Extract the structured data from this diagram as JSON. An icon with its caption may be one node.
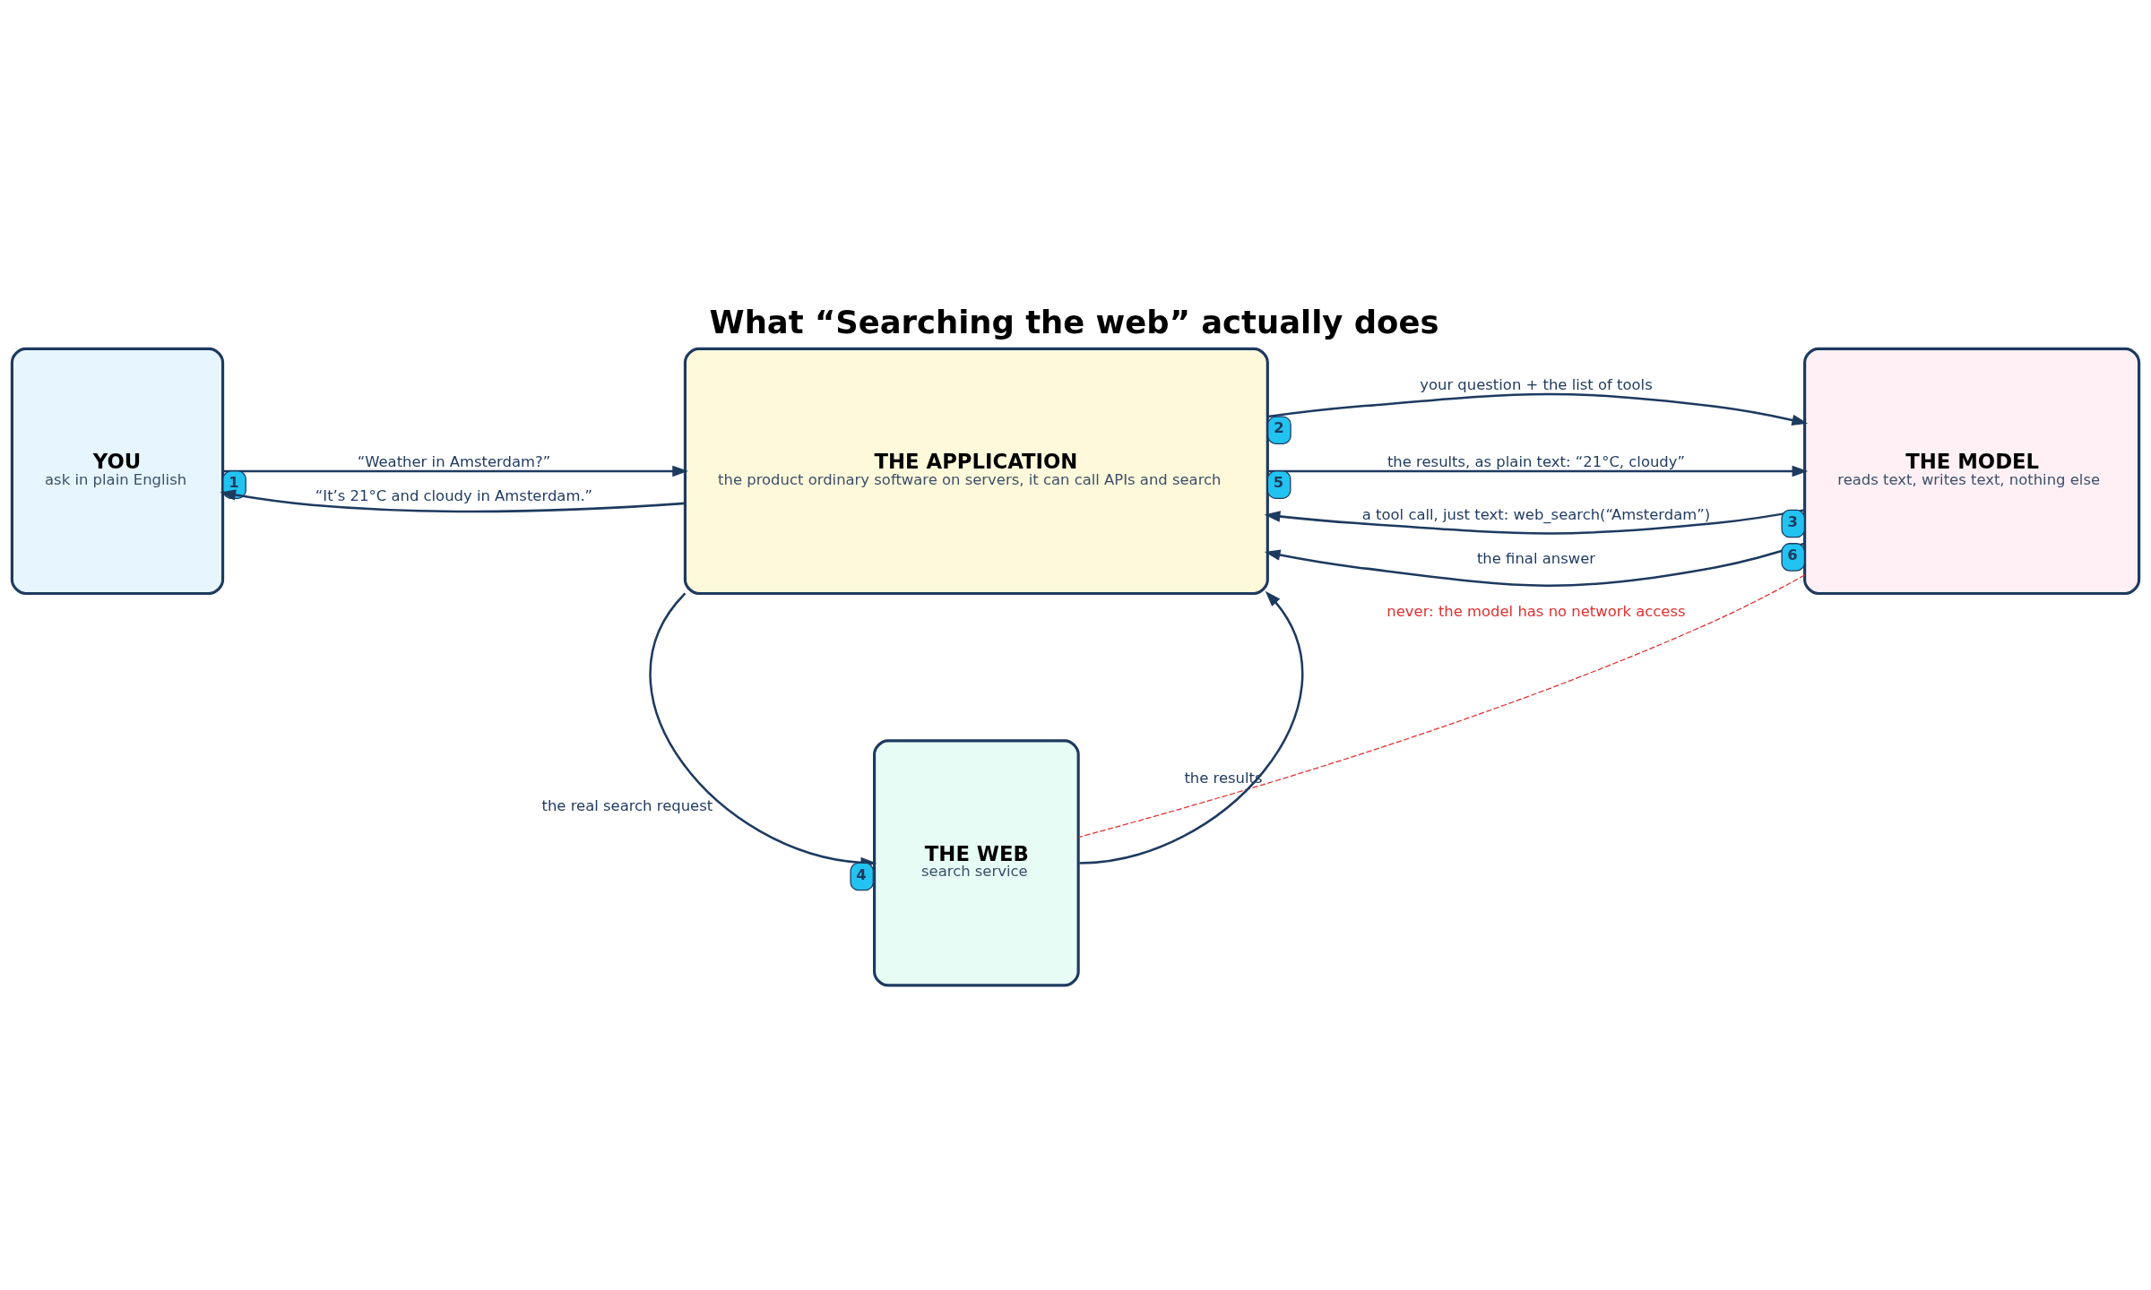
{
  "diagram": {
    "title": "What “Searching the web” actually does",
    "nodes": [
      {
        "text": [
          "YOU",
          "ask in plain English"
        ]
      },
      {
        "text": [
          "THE APPLICATION",
          "the product ordinary software on servers, it can call APIs and search"
        ]
      },
      {
        "text": [
          "THE MODEL",
          "reads text, writes text, nothing else"
        ]
      },
      {
        "text": [
          "THE WEB",
          "search service"
        ]
      }
    ],
    "edges": [
      {
        "from": 0,
        "to": 1,
        "arrow": "to",
        "label": "“Weather in Amsterdam?”"
      },
      {
        "from": 1,
        "to": 2,
        "arrow": "to",
        "label": "your question + the list of tools"
      },
      {
        "from": 2,
        "to": 1,
        "arrow": "to",
        "label": "a tool call, just text: web_search(“Amsterdam”)"
      },
      {
        "from": 1,
        "to": 3,
        "arrow": "to",
        "label": "the real search request"
      },
      {
        "from": 1,
        "to": 2,
        "arrow": "to",
        "label": "the results, as plain text: “21°C, cloudy”"
      },
      {
        "from": 2,
        "to": 1,
        "arrow": "to",
        "label": "the final answer"
      },
      {
        "from": 3,
        "to": 1,
        "arrow": "to",
        "label": "the results"
      },
      {
        "from": 1,
        "to": 0,
        "arrow": "to",
        "label": "“It’s 21°C and cloudy in Amsterdam.”"
      },
      {
        "from": 2,
        "to": 3,
        "arrow": "none",
        "label": "never: the model has no network access",
        "style": "dashed",
        "color": "#e03131"
      }
    ],
    "labels": [
      "1",
      "2",
      "3",
      "4",
      "5",
      "6"
    ]
  }
}
